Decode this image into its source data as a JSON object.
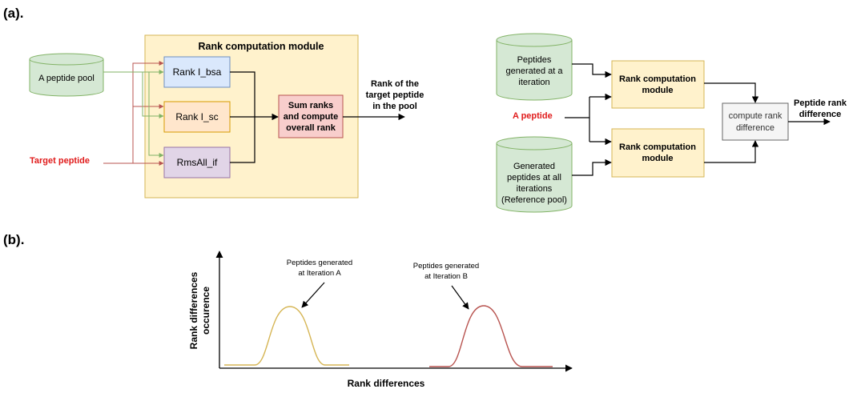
{
  "panel_a": {
    "label": "(a).",
    "left": {
      "module_title": "Rank computation module",
      "pool": "A peptide pool",
      "target": "Target peptide",
      "rank_bsa": "Rank I_bsa",
      "rank_sc": "Rank I_sc",
      "rms": "RmsAll_if",
      "sum_lines": [
        "Sum ranks",
        "and compute",
        "overall rank"
      ],
      "output_lines": [
        "Rank of the",
        "target peptide",
        "in the pool"
      ]
    },
    "right": {
      "pool_iter_lines": [
        "Peptides",
        "generated at a",
        "iteration"
      ],
      "peptide": "A peptide",
      "ref_pool_lines": [
        "Generated",
        "peptides at all",
        "iterations",
        "(Reference pool)"
      ],
      "module1_lines": [
        "Rank computation",
        "module"
      ],
      "module2_lines": [
        "Rank computation",
        "module"
      ],
      "diff_lines": [
        "compute rank",
        "difference"
      ],
      "output_lines": [
        "Peptide rank",
        "difference"
      ]
    }
  },
  "panel_b": {
    "label": "(b).",
    "xlabel": "Rank differences",
    "ylabel_lines": [
      "Rank differences",
      "occurence"
    ],
    "annot_a_lines": [
      "Peptides generated",
      "at Iteration A"
    ],
    "annot_b_lines": [
      "Peptides generated",
      "at Iteration B"
    ]
  },
  "colors": {
    "module_fill": "#fff2cc",
    "module_stroke": "#d6b656",
    "green_fill": "#d5e8d4",
    "green_stroke": "#82b366",
    "blue_fill": "#dae8fc",
    "blue_stroke": "#6c8ebf",
    "orange_fill": "#ffe6cc",
    "orange_stroke": "#d79b00",
    "purple_fill": "#e1d5e7",
    "purple_stroke": "#9673a6",
    "red_fill": "#f8cecc",
    "red_stroke": "#b85450",
    "grey_fill": "#f5f5f5",
    "grey_stroke": "#666666",
    "red_text": "#e01b1b",
    "curve_a": "#d6b656",
    "curve_b": "#b85450"
  }
}
